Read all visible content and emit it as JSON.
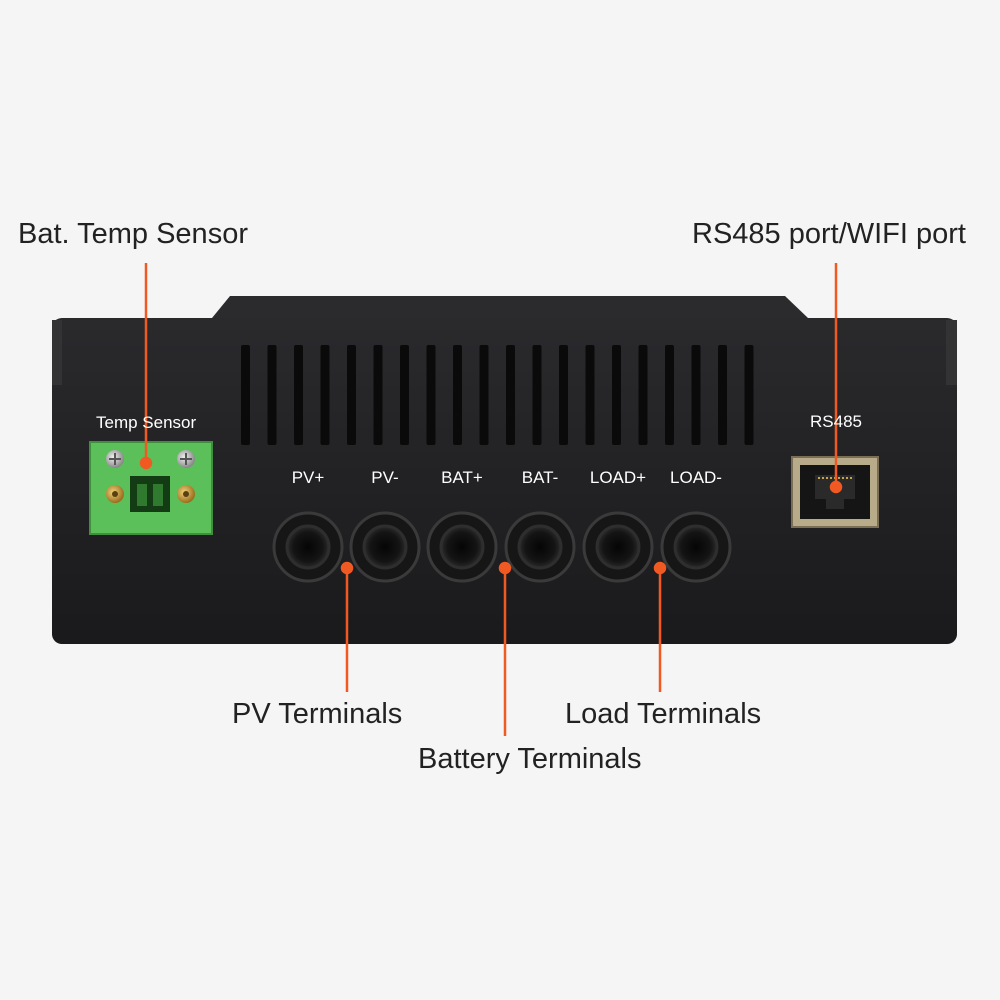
{
  "callouts": {
    "temp_sensor": "Bat. Temp Sensor",
    "rs485": "RS485 port/WIFI port",
    "pv": "PV Terminals",
    "battery": "Battery Terminals",
    "load": "Load Terminals"
  },
  "panel_labels": {
    "temp_sensor": "Temp Sensor",
    "rs485": "RS485",
    "terminals": [
      "PV+",
      "PV-",
      "BAT+",
      "BAT-",
      "LOAD+",
      "LOAD-"
    ]
  },
  "colors": {
    "background": "#f5f5f5",
    "device_body": "#1e1e20",
    "leader_line": "#f05a22",
    "connector_green": "#5cc05a",
    "label_text": "#ffffff",
    "callout_text": "#222222"
  }
}
